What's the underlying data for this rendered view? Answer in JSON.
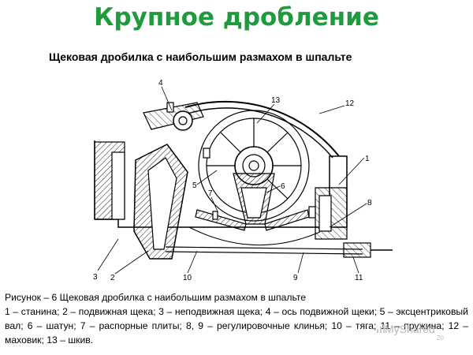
{
  "slide": {
    "title": "Крупное дробление",
    "subtitle": "Щековая дробилка с наибольшим размахом в шпальте",
    "caption_title": "Рисунок – 6 Щековая дробилка с наибольшим размахом в шпальте",
    "caption_legend": "1 – станина; 2 – подвижная щека; 3 – неподвижная щека;  4 – ось подвижной щеки; 5 – эксцентриковый вал; 6 – шатун; 7 – распорные плиты; 8, 9 – регулировочные клинья; 10 – тяга; 11 – пружина; 12 – маховик; 13 – шкив.",
    "page_number": "20",
    "watermark": "MyShared"
  },
  "figure": {
    "labels": [
      "1",
      "2",
      "3",
      "4",
      "5",
      "6",
      "7",
      "8",
      "9",
      "10",
      "11",
      "12",
      "13"
    ]
  },
  "colors": {
    "title": "#1f9a3c",
    "watermark": "#b5b5b5"
  }
}
